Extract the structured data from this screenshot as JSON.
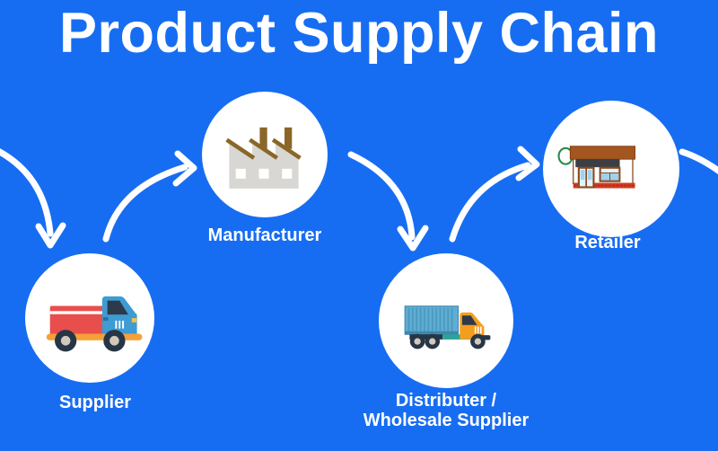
{
  "title": "Product Supply Chain",
  "colors": {
    "background": "#176df2",
    "text": "#ffffff",
    "node_fill": "#ffffff",
    "arrow": "#ffffff",
    "truck_red": "#e84f4c",
    "truck_cab_blue": "#3e9bd4",
    "chassis_orange": "#f4a137",
    "headlight_yellow": "#f0c544",
    "container_blue": "#5fadd2",
    "container_stripe": "#4a97bd",
    "container_trim": "#3f87ad",
    "cab_orange": "#f59d1e",
    "chassis_teal": "#2aa398",
    "wheel_dark": "#273646",
    "wheel_hub": "#d2c9bb",
    "window_dark": "#2c3a49",
    "factory_gray": "#d8d7d3",
    "factory_brown": "#8a6728",
    "store_roof_brown": "#a3561f",
    "store_frame_brown": "#8a4a1e",
    "store_sign_dark": "#3b3e44",
    "store_brick_red": "#d03a20",
    "store_glass_blue": "#9fd2ee",
    "store_glass_light": "#e2f3fc",
    "store_sign_green": "#2a8c4a"
  },
  "nodes": [
    {
      "id": "supplier",
      "label": "Supplier",
      "icon": "delivery-truck-icon"
    },
    {
      "id": "manufacturer",
      "label": "Manufacturer",
      "icon": "factory-icon"
    },
    {
      "id": "distributer",
      "label": "Distributer /\nWholesale Supplier",
      "icon": "container-truck-icon"
    },
    {
      "id": "retailer",
      "label": "Retailer",
      "icon": "storefront-icon"
    }
  ],
  "connections": [
    {
      "from": "offscreen-left",
      "to": "supplier"
    },
    {
      "from": "supplier",
      "to": "manufacturer"
    },
    {
      "from": "manufacturer",
      "to": "distributer"
    },
    {
      "from": "distributer",
      "to": "retailer"
    },
    {
      "from": "retailer",
      "to": "offscreen-right"
    }
  ]
}
